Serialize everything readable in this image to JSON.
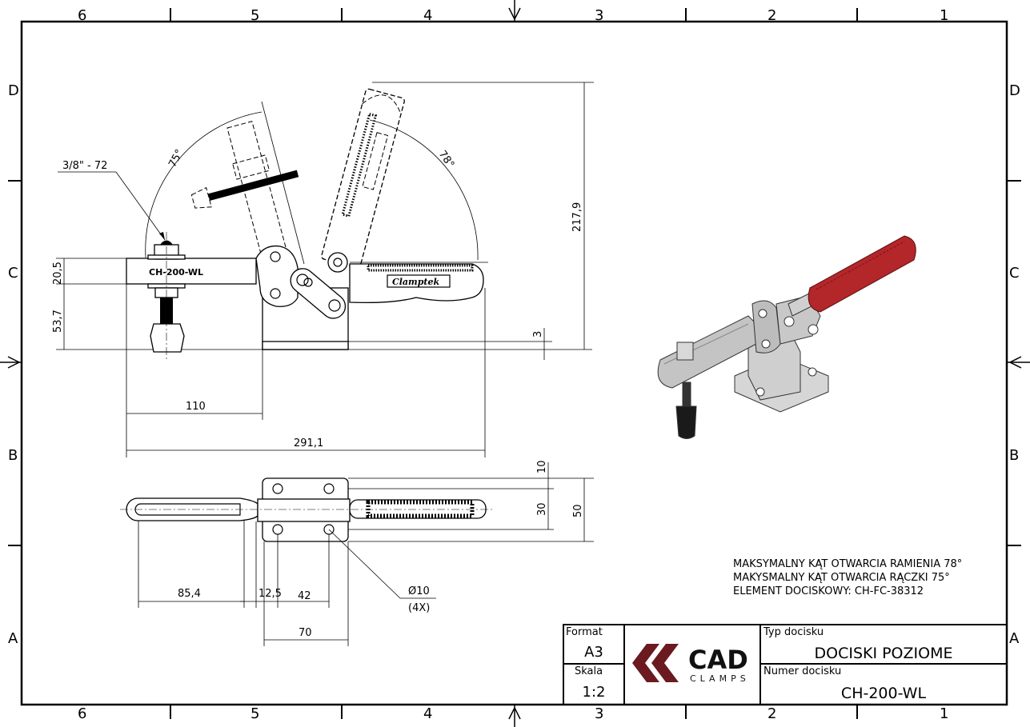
{
  "zones": {
    "columns": [
      "6",
      "5",
      "4",
      "3",
      "2",
      "1"
    ],
    "rows": [
      "D",
      "C",
      "B",
      "A"
    ]
  },
  "side_view": {
    "thread_label": "3/8\" - 72",
    "arm_angle": "75°",
    "handle_angle": "78°",
    "dim_arm_height": "20,5",
    "dim_spindle_height": "53,7",
    "dim_total_height": "217,9",
    "dim_base_thickness": "3",
    "dim_110": "110",
    "dim_total_length": "291,1",
    "arm_marking": "CH-200-WL",
    "handle_brand": "Clamptek"
  },
  "top_view": {
    "dim_10": "10",
    "dim_30": "30",
    "dim_50": "50",
    "dim_85_4": "85,4",
    "dim_12_5": "12,5",
    "dim_42": "42",
    "dim_70": "70",
    "hole_diameter": "Ø10",
    "hole_count": "(4X)"
  },
  "notes": [
    "MAKSYMALNY KĄT OTWARCIA RAMIENIA 78°",
    "MAKYSMALNY KĄT OTWARCIA RĄCZKI 75°",
    "ELEMENT DOCISKOWY: CH-FC-38312"
  ],
  "title_block": {
    "format_label": "Format",
    "format_value": "A3",
    "scale_label": "Skala",
    "scale_value": "1:2",
    "logo_main": "CAD",
    "logo_sub": "CLAMPS",
    "type_label": "Typ docisku",
    "type_value": "DOCISKI POZIOME",
    "number_label": "Numer docisku",
    "number_value": "CH-200-WL"
  },
  "colors": {
    "logo_red": "#6b1a1f",
    "handle_red": "#b3262a",
    "metal": "#c9c9c9"
  }
}
